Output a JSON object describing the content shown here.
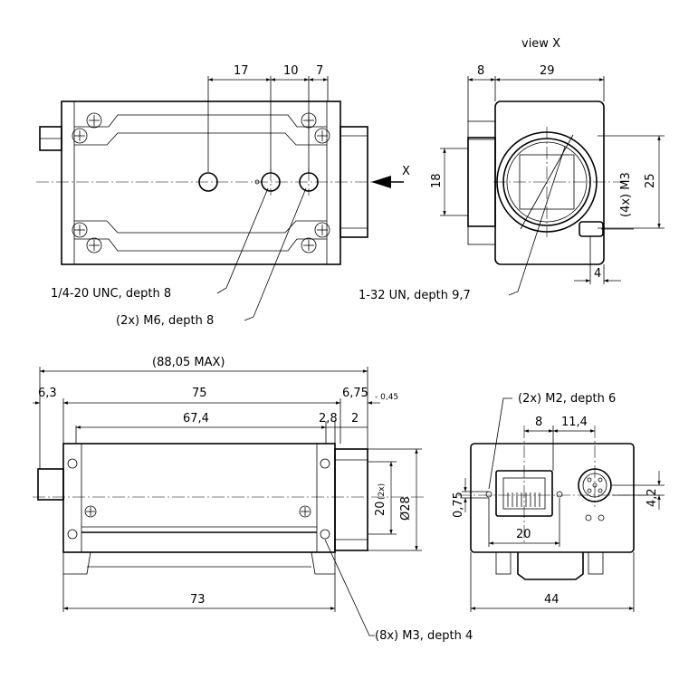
{
  "view_title": "view X",
  "view_marker": "X",
  "top_view": {
    "dims": [
      "17",
      "10",
      "7"
    ],
    "callouts": [
      "1/4-20 UNC, depth 8",
      "(2x) M6, depth 8"
    ]
  },
  "side_view": {
    "dims": [
      "8",
      "29",
      "18",
      "25",
      "(4x) M3",
      "4"
    ],
    "callout": "1-32 UN, depth 9,7"
  },
  "front_view": {
    "overall": "(88,05 MAX)",
    "dims": [
      "6,3",
      "75",
      "6,75",
      "- 0,45",
      "67,4",
      "2,8",
      "2",
      "20",
      "(2x)",
      "Ø28",
      "73"
    ],
    "callout": "(8x) M3, depth 4"
  },
  "back_view": {
    "callout": "(2x) M2, depth 6",
    "dims": [
      "8",
      "11,4",
      "0,75",
      "4,2",
      "20",
      "44"
    ]
  }
}
